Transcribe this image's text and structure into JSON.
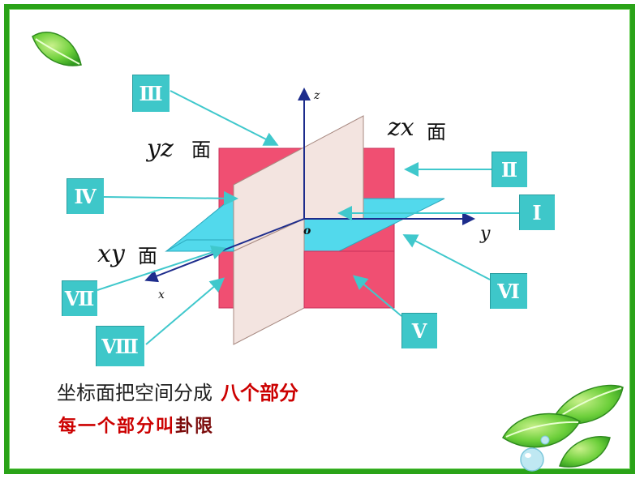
{
  "labels": {
    "yz_var": "yz",
    "yz_char": "面",
    "zx_var": "zx",
    "zx_char": "面",
    "xy_var": "xy",
    "xy_char": "面"
  },
  "axes": {
    "x": "x",
    "y": "y",
    "z": "z",
    "origin": "o"
  },
  "octants": {
    "I": "Ⅰ",
    "II": "Ⅱ",
    "III": "Ⅲ",
    "IV": "Ⅳ",
    "V": "Ⅴ",
    "VI": "Ⅵ",
    "VII": "Ⅶ",
    "VIII": "Ⅷ"
  },
  "text": {
    "line1_black": "坐标面把空间分成",
    "line1_red": "八个部分",
    "line2_red": "每一个部分叫",
    "line2_dark": "卦限"
  },
  "colors": {
    "yz_plane": "#f04f72",
    "zx_plane": "#f3e4e0",
    "xy_plane": "#52d9ec",
    "octant_box": "#3ec7c9",
    "connector": "#40c8cc",
    "frame": "#2aa318"
  }
}
